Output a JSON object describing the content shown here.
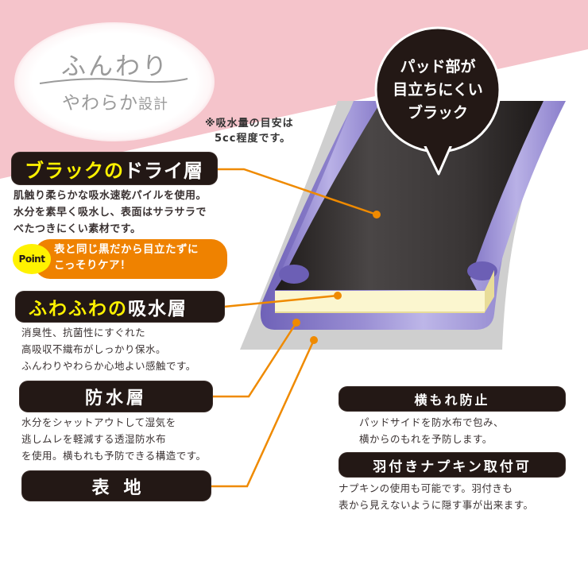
{
  "header": {
    "title_line1": "ふんわり",
    "title_line2_main": "やわらか",
    "title_line2_small": "設計"
  },
  "note": {
    "line1": "※吸水量の目安は",
    "line2": "5cc程度です。"
  },
  "speech_bubble": {
    "lines": [
      "パッド部が",
      "目立ちにくい",
      "ブラック"
    ]
  },
  "layers": [
    {
      "id": "dry-layer",
      "label_highlight": "ブラックの",
      "label_rest": "ドライ層",
      "description": [
        "肌触り柔らかな吸水速乾パイルを使用。",
        "水分を素早く吸水し、表面はサラサラで",
        "べたつきにくい素材です。"
      ]
    },
    {
      "id": "absorbent-layer",
      "label_highlight": "ふわふわの",
      "label_rest": "吸水層",
      "description": [
        "消臭性、抗菌性にすぐれた",
        "高吸収不織布がしっかり保水。",
        "ふんわりやわらか心地よい感触です。"
      ]
    },
    {
      "id": "waterproof-layer",
      "label": "防水層",
      "description": [
        "水分をシャットアウトして湿気を",
        "逃しムレを軽減する透湿防水布",
        "を使用。横もれも予防できる構造です。"
      ]
    },
    {
      "id": "outer-fabric",
      "label": "表地"
    }
  ],
  "point": {
    "badge": "Point",
    "lines": [
      "表と同じ黒だから目立たずに",
      "こっそりケア！"
    ]
  },
  "features": [
    {
      "label": "横もれ防止",
      "description": [
        "パッドサイドを防水布で包み、",
        "横からのもれを予防します。"
      ]
    },
    {
      "label": "羽付きナプキン取付可",
      "description": [
        "ナプキンの使用も可能です。羽付きも",
        "表から見えないように隠す事が出来ます。"
      ]
    }
  ],
  "colors": {
    "pink_band": "#f5c4cb",
    "pill_bg": "#231815",
    "highlight_yellow": "#fff200",
    "leader_orange": "#ef8a00",
    "point_orange": "#ef8200",
    "tube_purple": "#9d92d6",
    "tube_purple_dark": "#6c5fb5",
    "outer_grey": "#cfcfcf",
    "absorbent_cream": "#fbf6cf",
    "dry_black": "#2e2a29"
  }
}
